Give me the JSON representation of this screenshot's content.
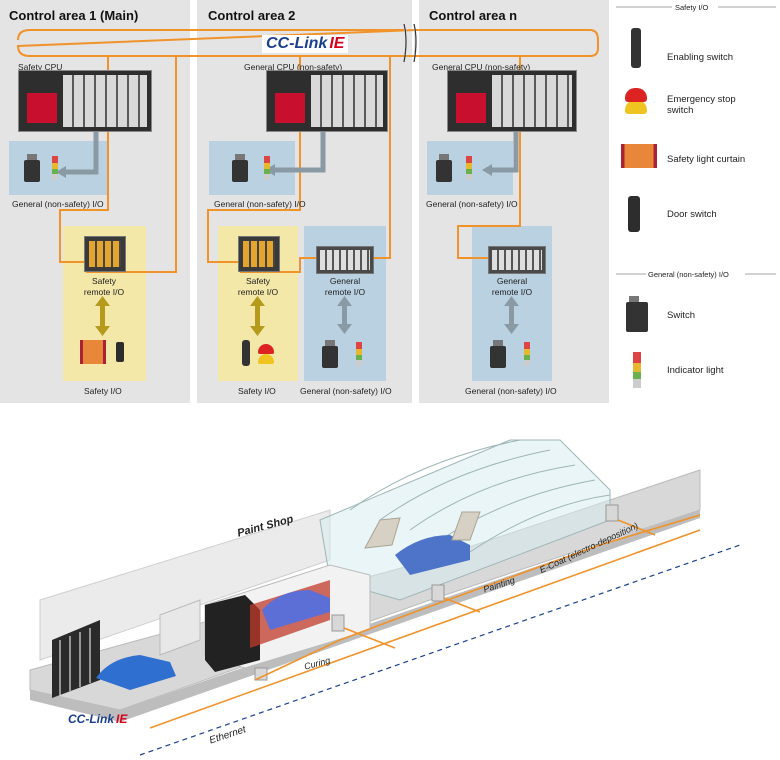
{
  "network": {
    "logo_cc": "CC-Link",
    "logo_ie": "IE"
  },
  "areas": [
    {
      "title": "Control area 1 (Main)",
      "cpu_label": "Safety CPU",
      "general_io": "General (non-safety) I/O",
      "safety_remote_label": "Safety\nremote I/O",
      "safety_io_label": "Safety I/O"
    },
    {
      "title": "Control area 2",
      "cpu_label": "General CPU (non-safety)",
      "general_io": "General (non-safety) I/O",
      "safety_remote_label": "Safety\nremote I/O",
      "general_remote_label": "General\nremote I/O",
      "safety_io_label": "Safety I/O",
      "general_io_bottom": "General (non-safety) I/O"
    },
    {
      "title": "Control area n",
      "cpu_label": "General CPU (non-safety)",
      "general_io": "General (non-safety) I/O",
      "general_remote_label": "General\nremote I/O",
      "general_io_bottom": "General (non-safety) I/O"
    }
  ],
  "legend": {
    "safety_header": "Safety I/O",
    "safety_items": [
      "Enabling switch",
      "Emergency stop\nswitch",
      "Safety light curtain",
      "Door switch"
    ],
    "general_header": "General (non-safety) I/O",
    "general_items": [
      "Switch",
      "Indicator light"
    ]
  },
  "paint_shop": {
    "title": "Paint Shop",
    "stages": [
      "Curing",
      "Painting",
      "E-Coat (electro-deposition)"
    ],
    "ethernet": "Ethernet",
    "logo_cc": "CC-Link",
    "logo_ie": "IE"
  },
  "colors": {
    "network_line": "#f0932b",
    "safety_bg": "#f3e8a8",
    "general_bg": "#b9d1e0",
    "panel_bg": "#e4e4e4",
    "logo_red": "#d5001c",
    "logo_blue": "#1b3f8f"
  }
}
